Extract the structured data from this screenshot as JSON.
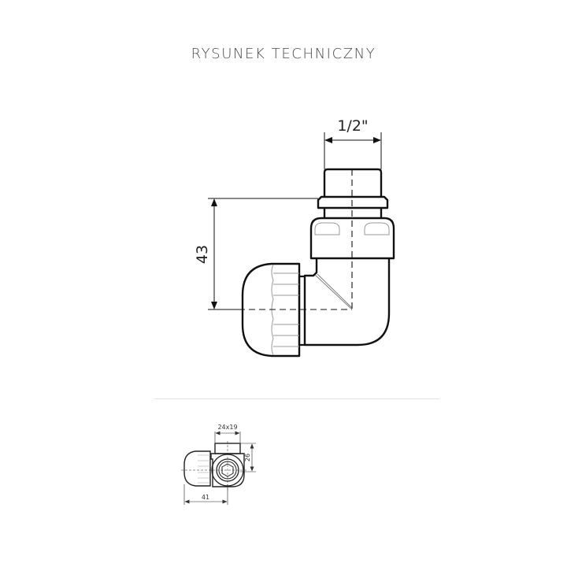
{
  "page": {
    "title": "RYSUNEK TECHNICZNY"
  },
  "main_drawing": {
    "dimension_top": "1/2\"",
    "dimension_left": "43"
  },
  "small_drawing": {
    "dimension_top": "24x19",
    "dimension_right": "26",
    "dimension_bottom": "41"
  },
  "colors": {
    "background": "#ffffff",
    "line": "#111111",
    "thin_line": "#9a9a9a",
    "title": "#4a4a4a",
    "divider": "#e2e2e2"
  }
}
